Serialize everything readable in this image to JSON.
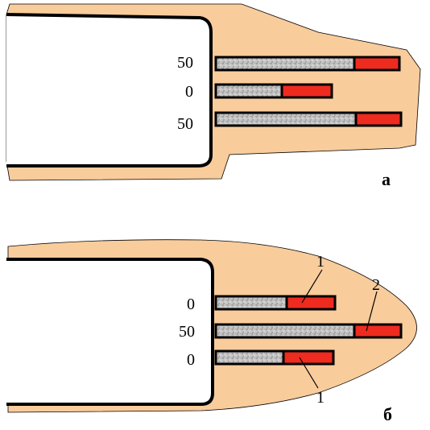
{
  "panel_a": {
    "letter": "а",
    "rods": [
      {
        "label": "50"
      },
      {
        "label": "0"
      },
      {
        "label": "50"
      }
    ]
  },
  "panel_b": {
    "letter": "б",
    "rods": [
      {
        "label": "0"
      },
      {
        "label": "50"
      },
      {
        "label": "0"
      }
    ],
    "callouts": [
      "1",
      "2",
      "1"
    ]
  },
  "colors": {
    "tissue": "#f9cc9c",
    "red_tip": "#ee2b1f",
    "grey_core": "#bdbdbd",
    "outline": "#000000",
    "cavity": "#ffffff"
  }
}
